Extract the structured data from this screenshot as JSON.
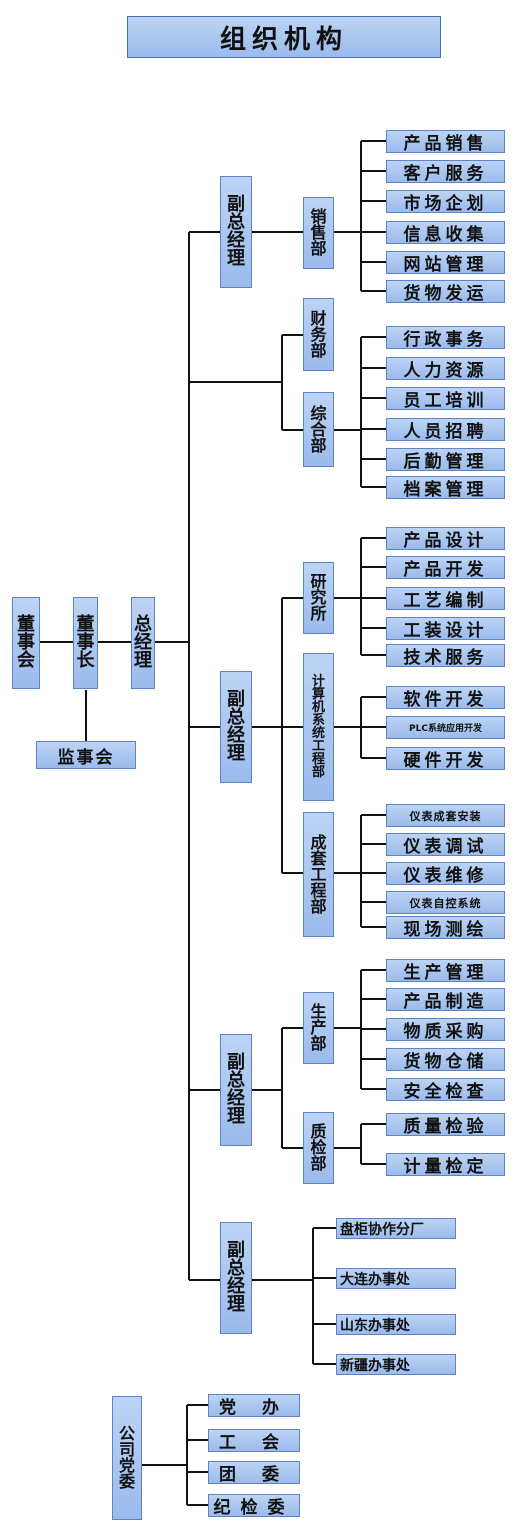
{
  "title": "组织机构",
  "top": {
    "board": "董事会",
    "chairman": "董事长",
    "gm": "总经理",
    "supervisory": "监事会"
  },
  "vp1": {
    "label": "副总经理",
    "sales": {
      "label": "销售部",
      "items": [
        "产品销售",
        "客户服务",
        "市场企划",
        "信息收集",
        "网站管理",
        "货物发运"
      ]
    },
    "finance": {
      "label": "财务部"
    },
    "general": {
      "label": "综合部",
      "items": [
        "行政事务",
        "人力资源",
        "员工培训",
        "人员招聘",
        "后勤管理",
        "档案管理"
      ]
    }
  },
  "vp2": {
    "label": "副总经理",
    "research": {
      "label": "研究所",
      "items": [
        "产品设计",
        "产品开发",
        "工艺编制",
        "工装设计",
        "技术服务"
      ]
    },
    "computer": {
      "label": "计算机系统工程部",
      "items": [
        "软件开发",
        "PLC系统应用开发",
        "硬件开发"
      ]
    },
    "complete": {
      "label": "成套工程部",
      "items": [
        "仪表成套安装",
        "仪表调试",
        "仪表维修",
        "仪表自控系统",
        "现场测绘"
      ]
    }
  },
  "vp3": {
    "label": "副总经理",
    "production": {
      "label": "生产部",
      "items": [
        "生产管理",
        "产品制造",
        "物质采购",
        "货物仓储",
        "安全检查"
      ]
    },
    "quality": {
      "label": "质检部",
      "items": [
        "质量检验",
        "计量检定"
      ]
    }
  },
  "vp4": {
    "label": "副总经理",
    "items": [
      "盘柜协作分厂",
      "大连办事处",
      "山东办事处",
      "新疆办事处"
    ]
  },
  "party": {
    "label": "公司党委",
    "items": [
      "党 办",
      "工 会",
      "团 委",
      "纪检委"
    ]
  }
}
